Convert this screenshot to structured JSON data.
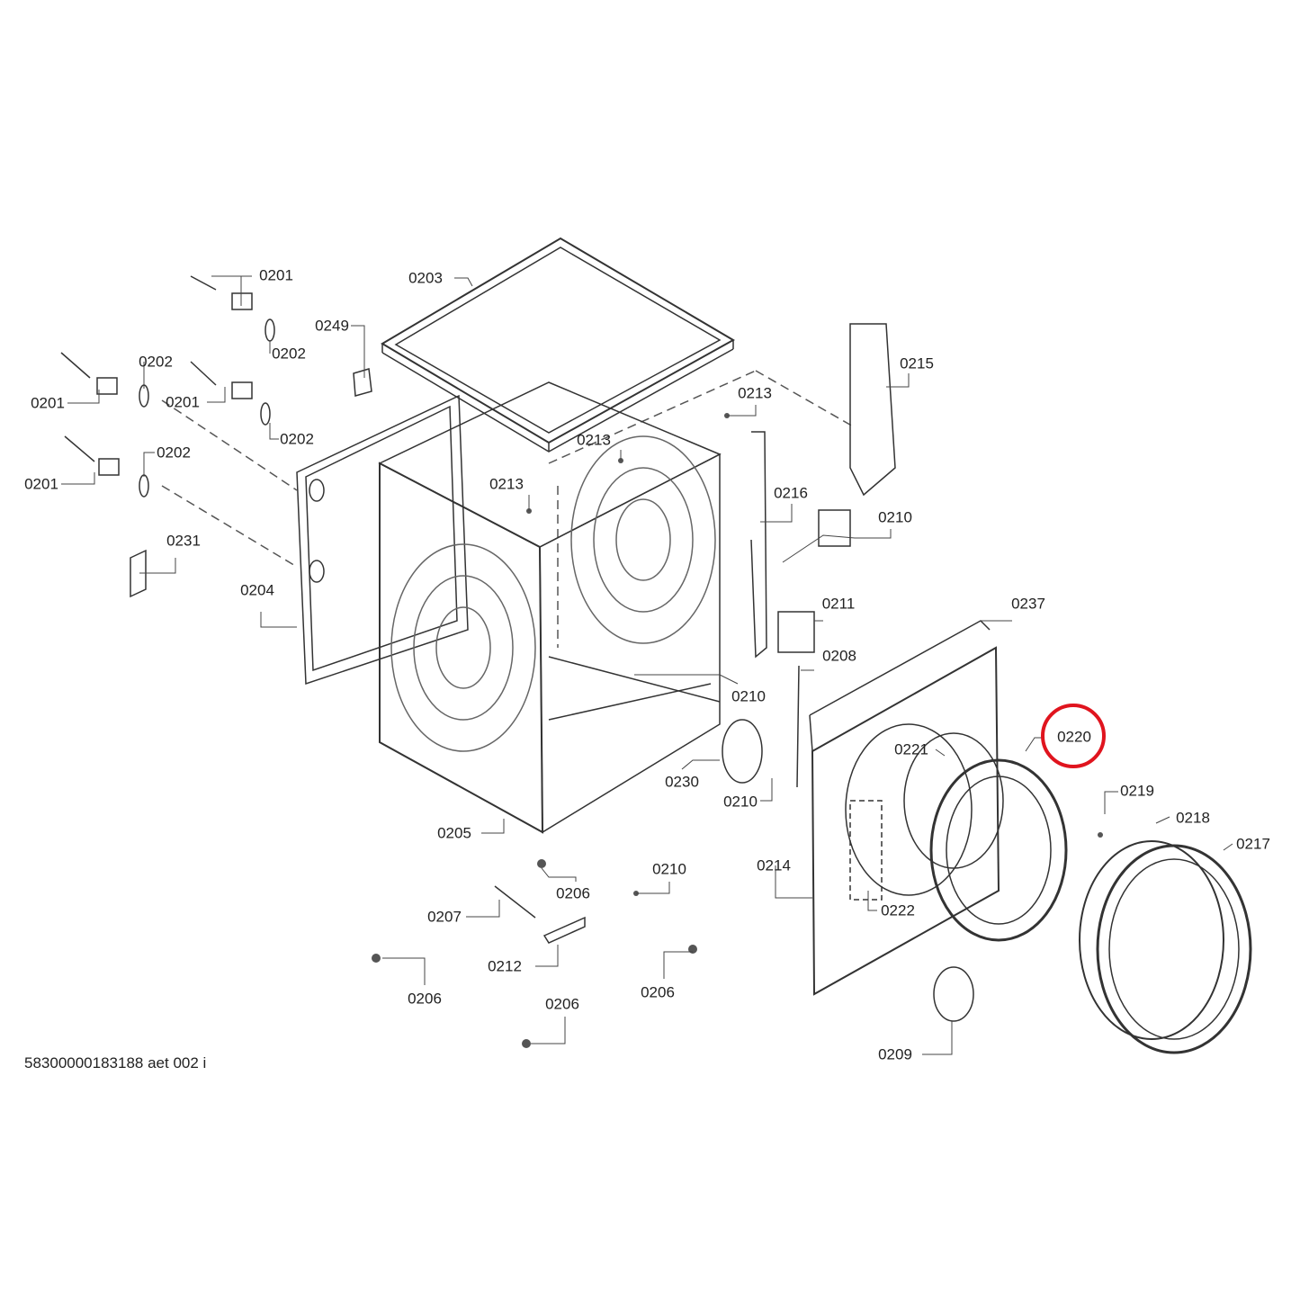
{
  "diagram": {
    "document_code": "58300000183188 aet 002 i",
    "highlight_color": "#e0141e",
    "highlighted_part": "0220",
    "parts": [
      {
        "id": "0201"
      },
      {
        "id": "0202"
      },
      {
        "id": "0249"
      },
      {
        "id": "0203"
      },
      {
        "id": "0202"
      },
      {
        "id": "0201"
      },
      {
        "id": "0201"
      },
      {
        "id": "0202"
      },
      {
        "id": "0202"
      },
      {
        "id": "0201"
      },
      {
        "id": "0231"
      },
      {
        "id": "0204"
      },
      {
        "id": "0213"
      },
      {
        "id": "0213"
      },
      {
        "id": "0213"
      },
      {
        "id": "0215"
      },
      {
        "id": "0216"
      },
      {
        "id": "0210"
      },
      {
        "id": "0211"
      },
      {
        "id": "0237"
      },
      {
        "id": "0208"
      },
      {
        "id": "0210"
      },
      {
        "id": "0230"
      },
      {
        "id": "0210"
      },
      {
        "id": "0221"
      },
      {
        "id": "0220"
      },
      {
        "id": "0219"
      },
      {
        "id": "0218"
      },
      {
        "id": "0217"
      },
      {
        "id": "0214"
      },
      {
        "id": "0222"
      },
      {
        "id": "0205"
      },
      {
        "id": "0206"
      },
      {
        "id": "0210"
      },
      {
        "id": "0207"
      },
      {
        "id": "0212"
      },
      {
        "id": "0206"
      },
      {
        "id": "0206"
      },
      {
        "id": "0206"
      },
      {
        "id": "0209"
      }
    ]
  }
}
